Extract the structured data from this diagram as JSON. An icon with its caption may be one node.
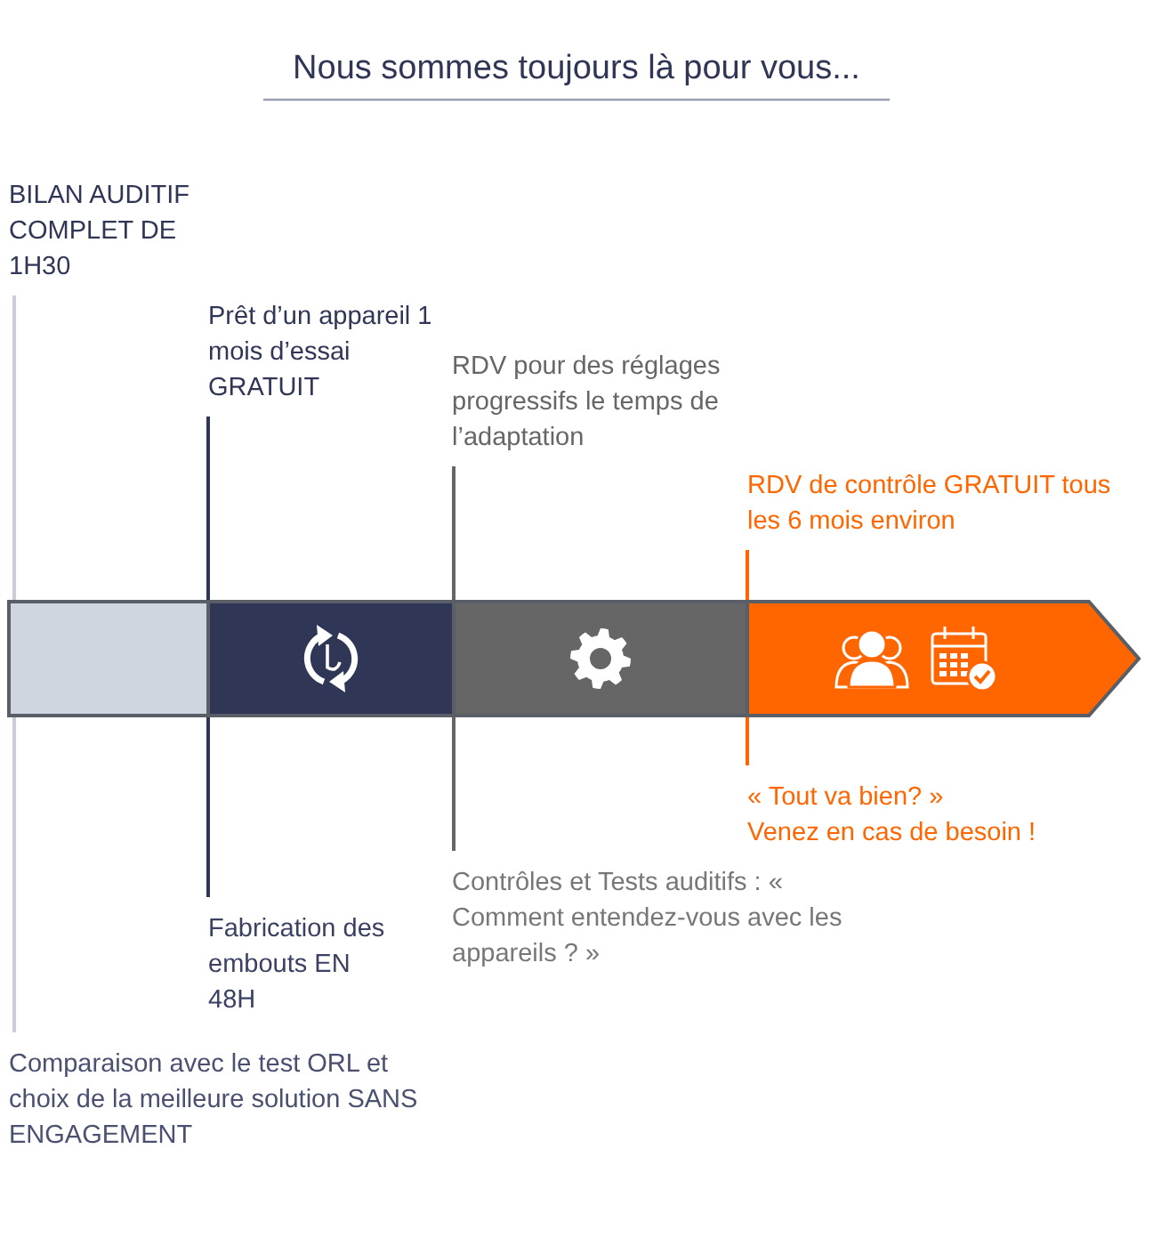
{
  "diagram": {
    "title": "Nous sommes toujours là pour vous...",
    "nodes": [
      {
        "text": [
          "BILAN AUDITIF COMPLET DE 1H30"
        ]
      },
      {
        "text": [
          "Prêt d’un appareil 1 mois d’essai GRATUIT"
        ]
      },
      {
        "text": [
          "RDV pour des réglages progressifs le temps de l’adaptation"
        ]
      },
      {
        "text": [
          "RDV de contrôle GRATUIT tous les 6 mois environ"
        ]
      },
      {
        "text": [],
        "shape": "box"
      },
      {
        "text": [],
        "shape": "box"
      },
      {
        "text": [],
        "shape": "box"
      },
      {
        "text": [],
        "shape": "arrow"
      },
      {
        "text": [
          "« Tout va bien? »",
          "Venez en cas de besoin !"
        ]
      },
      {
        "text": [
          "Contrôles et Tests auditifs : « Comment entendez-vous avec les appareils ? »"
        ]
      },
      {
        "text": [
          "Fabrication des embouts EN 48H"
        ]
      },
      {
        "text": [
          "Comparaison avec le test ORL et choix de la meilleure solution SANS ENGAGEMENT"
        ]
      }
    ],
    "edges": [
      {
        "from": 0,
        "to": 4,
        "arrow": "none",
        "color": "#c9ced9"
      },
      {
        "from": 1,
        "to": 5,
        "arrow": "none",
        "color": "#2f3656"
      },
      {
        "from": 2,
        "to": 6,
        "arrow": "none",
        "color": "#666666"
      },
      {
        "from": 3,
        "to": 7,
        "arrow": "none",
        "color": "#ff6600"
      },
      {
        "from": 8,
        "to": 7,
        "arrow": "none",
        "color": "#ff6600"
      },
      {
        "from": 9,
        "to": 6,
        "arrow": "none",
        "color": "#666666"
      },
      {
        "from": 10,
        "to": 5,
        "arrow": "none",
        "color": "#2f3656"
      },
      {
        "from": 11,
        "to": 4,
        "arrow": "none",
        "color": "#c9ced9"
      }
    ]
  }
}
